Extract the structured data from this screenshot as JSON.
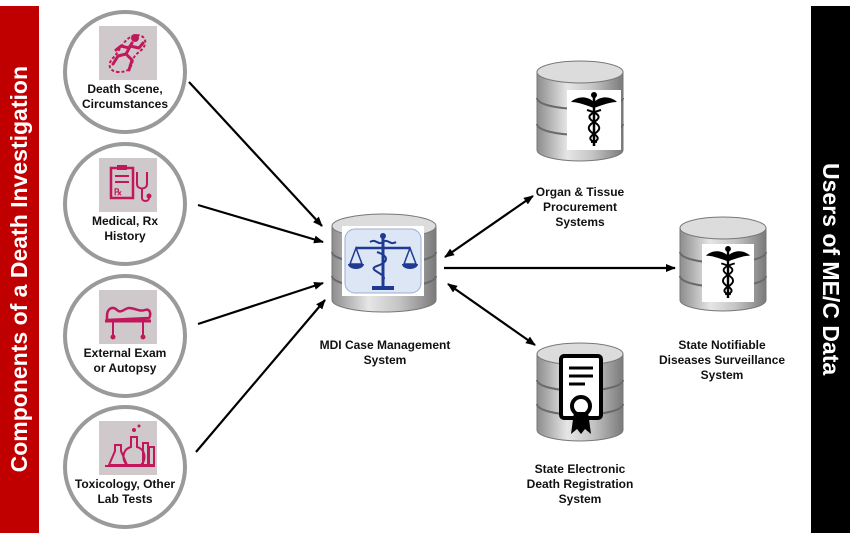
{
  "left_bar": {
    "title": "Components of a Death Investigation"
  },
  "right_bar": {
    "title": "Users of ME/C Data"
  },
  "components": [
    {
      "label_lines": [
        "Death Scene,",
        "Circumstances"
      ],
      "icon": "running-person-icon"
    },
    {
      "label_lines": [
        "Medical, Rx",
        "History"
      ],
      "icon": "medical-record-icon"
    },
    {
      "label_lines": [
        "External Exam",
        "or Autopsy"
      ],
      "icon": "autopsy-table-icon"
    },
    {
      "label_lines": [
        "Toxicology, Other",
        "Lab Tests"
      ],
      "icon": "lab-flasks-icon"
    }
  ],
  "hub": {
    "label_lines": [
      "MDI Case Management",
      "System"
    ],
    "icon": "scales-caduceus-icon"
  },
  "users": [
    {
      "label_lines": [
        "Organ & Tissue",
        "Procurement",
        "Systems"
      ],
      "icon": "caduceus-icon"
    },
    {
      "label_lines": [
        "State Notifiable",
        "Diseases Surveillance",
        "System"
      ],
      "icon": "caduceus-icon"
    },
    {
      "label_lines": [
        "State Electronic",
        "Death Registration",
        "System"
      ],
      "icon": "certificate-icon"
    }
  ],
  "colors": {
    "left_bar": "#c00000",
    "right_bar": "#000000",
    "icon_accent": "#c2185b",
    "circle_border": "#9a9a9a"
  }
}
